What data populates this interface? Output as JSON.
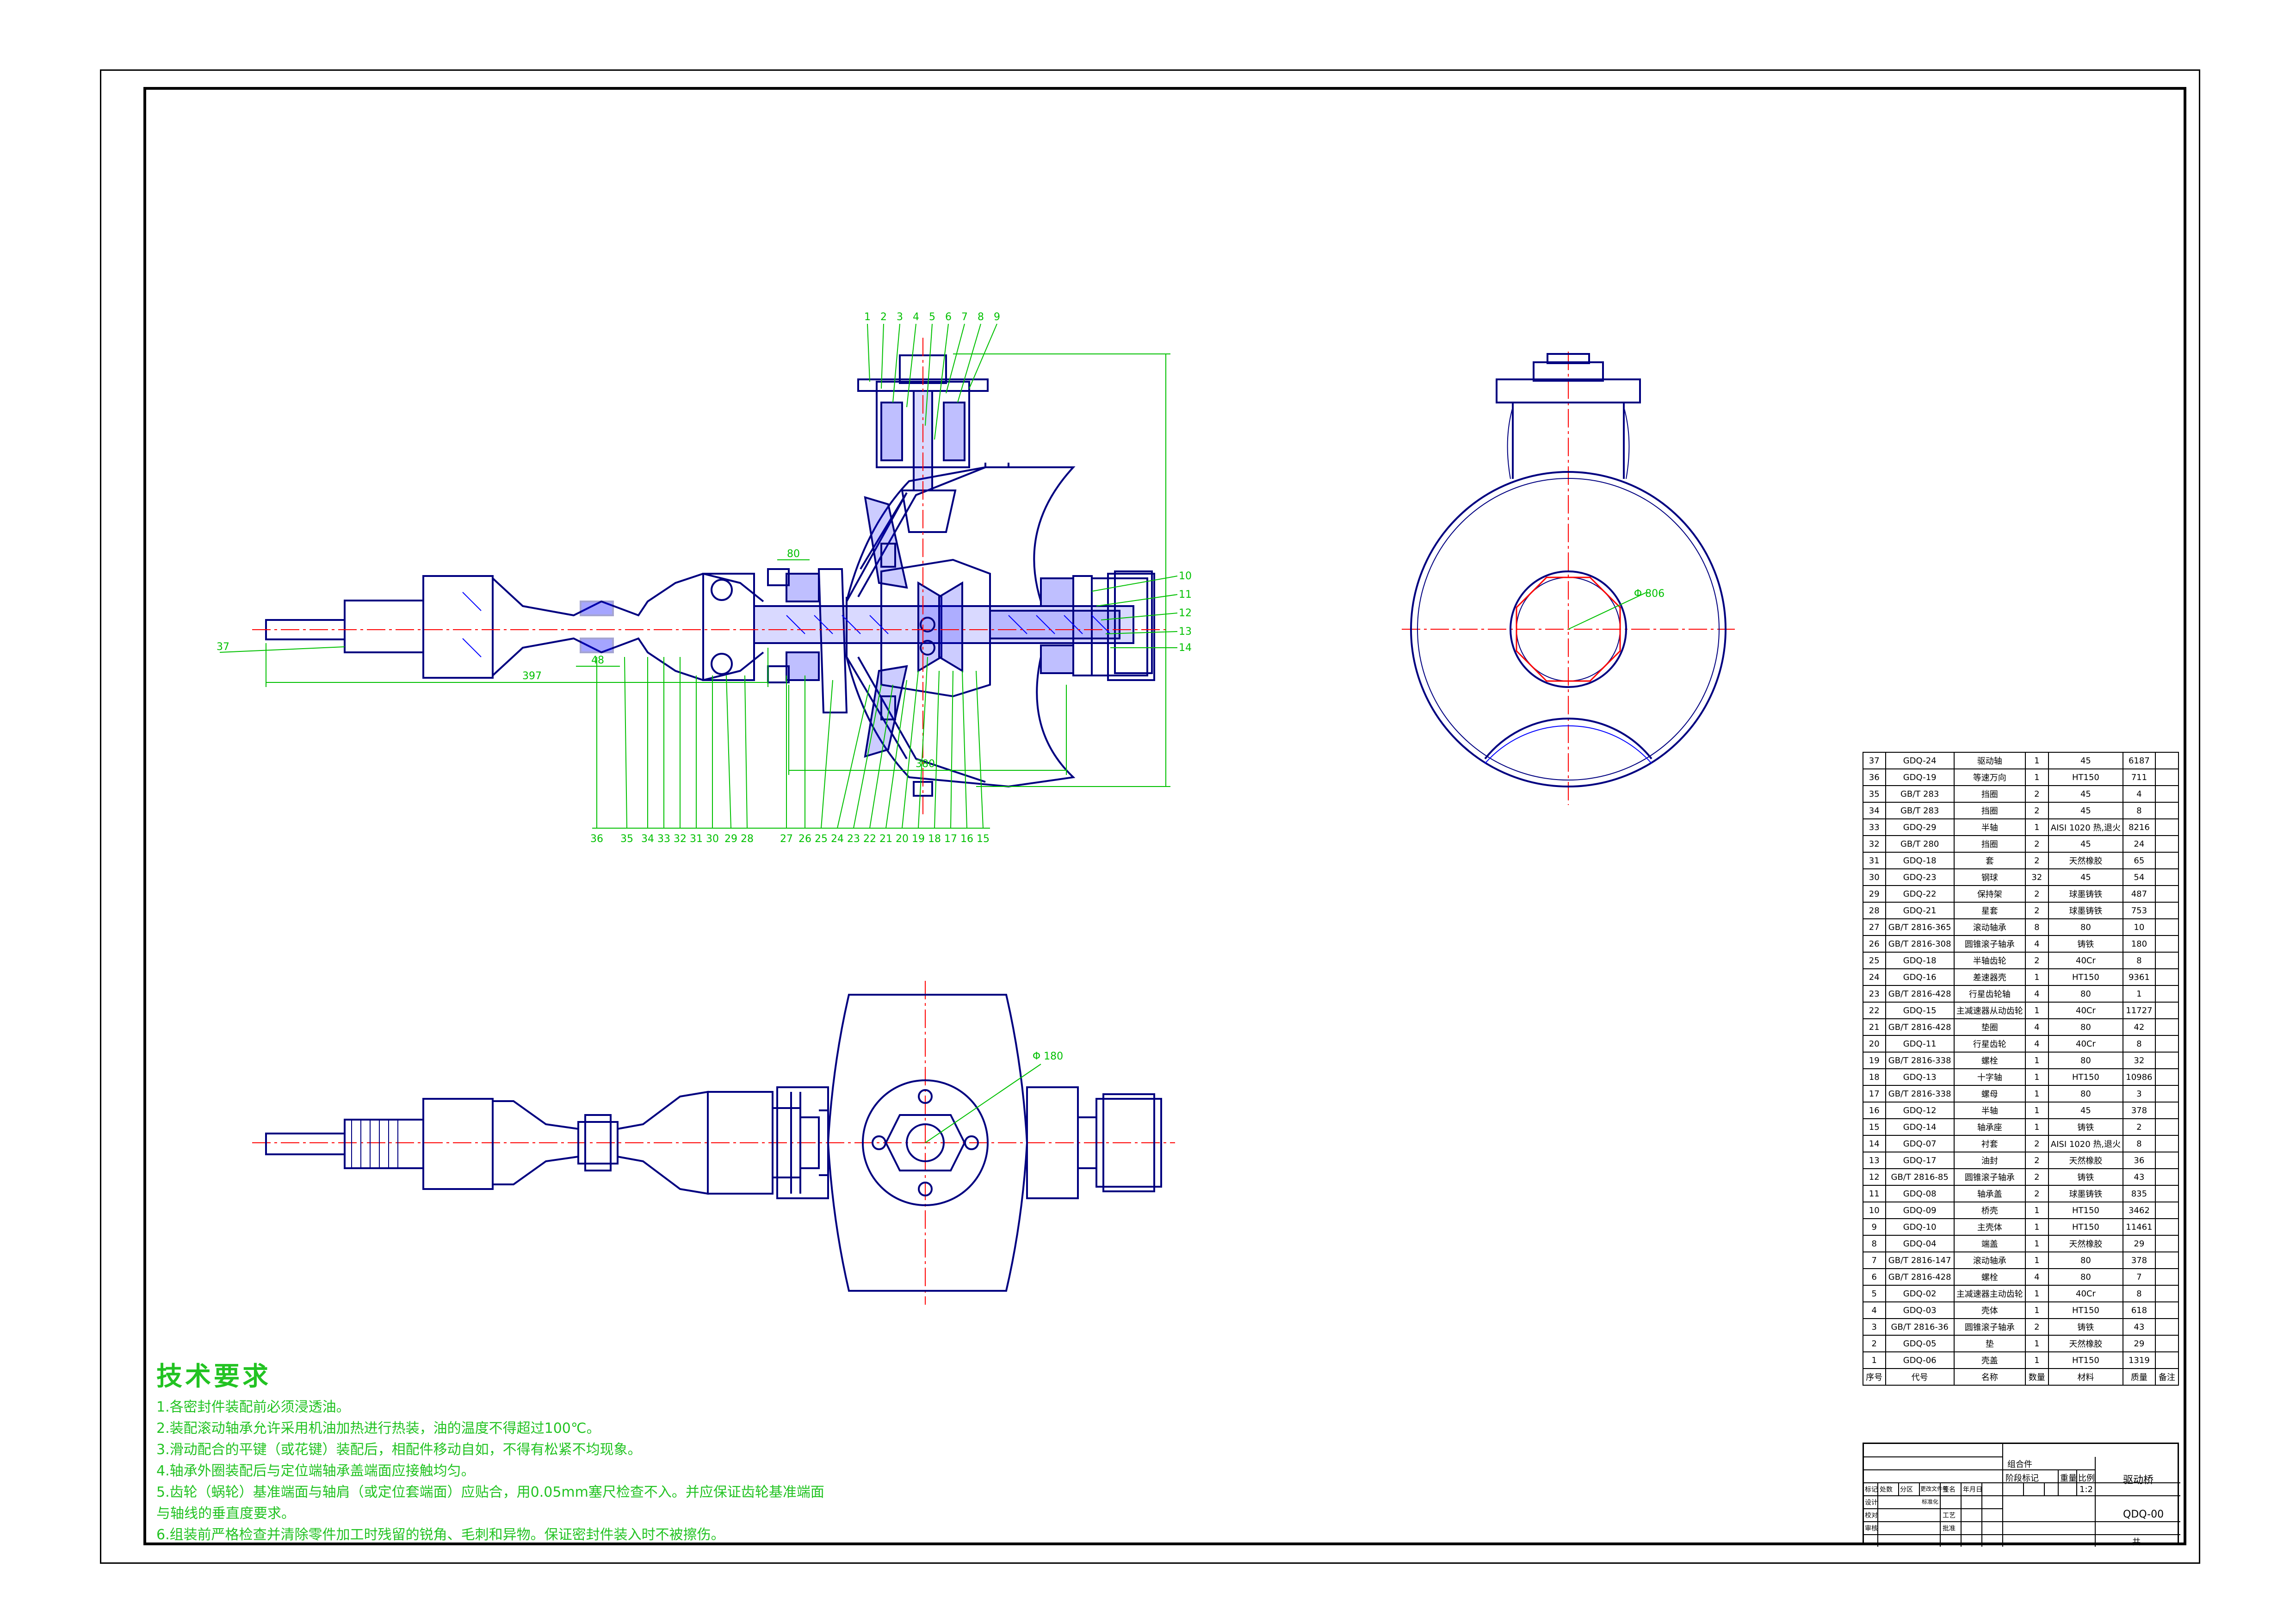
{
  "balloons_top": [
    "1",
    "2",
    "3",
    "4",
    "5",
    "6",
    "7",
    "8",
    "9"
  ],
  "balloons_right": [
    "10",
    "11",
    "12",
    "13",
    "14"
  ],
  "balloons_bottom": [
    "36",
    "35",
    "34",
    "33",
    "32",
    "31",
    "30",
    "29",
    "28",
    "27",
    "26",
    "25",
    "24",
    "23",
    "22",
    "21",
    "20",
    "19",
    "18",
    "17",
    "16",
    "15"
  ],
  "balloon_left": "37",
  "dimensions": {
    "shaft_length": "397",
    "housing_width": "380",
    "hub_dim": "48",
    "flange_dim": "80",
    "end_view_dia": "Φ 806",
    "bottom_view_dia": "Φ 180"
  },
  "tech_requirements": {
    "heading": "技术要求",
    "lines": [
      "1.各密封件装配前必须浸透油。",
      "2.装配滚动轴承允许采用机油加热进行热装，油的温度不得超过100℃。",
      "3.滑动配合的平键（或花键）装配后，相配件移动自如，不得有松紧不均现象。",
      "4.轴承外圈装配后与定位端轴承盖端面应接触均匀。",
      "5.齿轮（蜗轮）基准端面与轴肩（或定位套端面）应贴合，用0.05mm塞尺检查不入。并应保证齿轮基准端面",
      "与轴线的垂直度要求。",
      "6.组装前严格检查并清除零件加工时残留的锐角、毛刺和异物。保证密封件装入时不被擦伤。"
    ]
  },
  "bom": {
    "rows": [
      [
        "37",
        "GDQ-24",
        "驱动轴",
        "1",
        "45",
        "6187",
        ""
      ],
      [
        "36",
        "GDQ-19",
        "等速万向",
        "1",
        "HT150",
        "711",
        ""
      ],
      [
        "35",
        "GB/T 283",
        "挡圈",
        "2",
        "45",
        "4",
        ""
      ],
      [
        "34",
        "GB/T 283",
        "挡圈",
        "2",
        "45",
        "8",
        ""
      ],
      [
        "33",
        "GDQ-29",
        "半轴",
        "1",
        "AISI 1020 热,退火",
        "8216",
        ""
      ],
      [
        "32",
        "GB/T 280",
        "挡圈",
        "2",
        "45",
        "24",
        ""
      ],
      [
        "31",
        "GDQ-18",
        "套",
        "2",
        "天然橡胶",
        "65",
        ""
      ],
      [
        "30",
        "GDQ-23",
        "钢球",
        "32",
        "45",
        "54",
        ""
      ],
      [
        "29",
        "GDQ-22",
        "保持架",
        "2",
        "球墨铸铁",
        "487",
        ""
      ],
      [
        "28",
        "GDQ-21",
        "星套",
        "2",
        "球墨铸铁",
        "753",
        ""
      ],
      [
        "27",
        "GB/T 2816-365",
        "滚动轴承",
        "8",
        "80",
        "10",
        ""
      ],
      [
        "26",
        "GB/T 2816-308",
        "圆锥滚子轴承",
        "4",
        "铸铁",
        "180",
        ""
      ],
      [
        "25",
        "GDQ-18",
        "半轴齿轮",
        "2",
        "40Cr",
        "8",
        ""
      ],
      [
        "24",
        "GDQ-16",
        "差速器壳",
        "1",
        "HT150",
        "9361",
        ""
      ],
      [
        "23",
        "GB/T 2816-428",
        "行星齿轮轴",
        "4",
        "80",
        "1",
        ""
      ],
      [
        "22",
        "GDQ-15",
        "主减速器从动齿轮",
        "1",
        "40Cr",
        "11727",
        ""
      ],
      [
        "21",
        "GB/T 2816-428",
        "垫圈",
        "4",
        "80",
        "42",
        ""
      ],
      [
        "20",
        "GDQ-11",
        "行星齿轮",
        "4",
        "40Cr",
        "8",
        ""
      ],
      [
        "19",
        "GB/T 2816-338",
        "螺栓",
        "1",
        "80",
        "32",
        ""
      ],
      [
        "18",
        "GDQ-13",
        "十字轴",
        "1",
        "HT150",
        "10986",
        ""
      ],
      [
        "17",
        "GB/T 2816-338",
        "螺母",
        "1",
        "80",
        "3",
        ""
      ],
      [
        "16",
        "GDQ-12",
        "半轴",
        "1",
        "45",
        "378",
        ""
      ],
      [
        "15",
        "GDQ-14",
        "轴承座",
        "1",
        "铸铁",
        "2",
        ""
      ],
      [
        "14",
        "GDQ-07",
        "衬套",
        "2",
        "AISI 1020 热,退火",
        "8",
        ""
      ],
      [
        "13",
        "GDQ-17",
        "油封",
        "2",
        "天然橡胶",
        "36",
        ""
      ],
      [
        "12",
        "GB/T 2816-85",
        "圆锥滚子轴承",
        "2",
        "铸铁",
        "43",
        ""
      ],
      [
        "11",
        "GDQ-08",
        "轴承盖",
        "2",
        "球墨铸铁",
        "835",
        ""
      ],
      [
        "10",
        "GDQ-09",
        "桥壳",
        "1",
        "HT150",
        "3462",
        ""
      ],
      [
        "9",
        "GDQ-10",
        "主壳体",
        "1",
        "HT150",
        "11461",
        ""
      ],
      [
        "8",
        "GDQ-04",
        "端盖",
        "1",
        "天然橡胶",
        "29",
        ""
      ],
      [
        "7",
        "GB/T 2816-147",
        "滚动轴承",
        "1",
        "80",
        "378",
        ""
      ],
      [
        "6",
        "GB/T 2816-428",
        "螺栓",
        "4",
        "80",
        "7",
        ""
      ],
      [
        "5",
        "GDQ-02",
        "主减速器主动齿轮",
        "1",
        "40Cr",
        "8",
        ""
      ],
      [
        "4",
        "GDQ-03",
        "壳体",
        "1",
        "HT150",
        "618",
        ""
      ],
      [
        "3",
        "GB/T 2816-36",
        "圆锥滚子轴承",
        "2",
        "铸铁",
        "43",
        ""
      ],
      [
        "2",
        "GDQ-05",
        "垫",
        "1",
        "天然橡胶",
        "29",
        ""
      ],
      [
        "1",
        "GDQ-06",
        "壳盖",
        "1",
        "HT150",
        "1319",
        ""
      ]
    ],
    "header": [
      "序号",
      "代号",
      "名称",
      "数量",
      "材料",
      "质量",
      "备注"
    ]
  },
  "title_block": {
    "assembly_label": "组合件",
    "drawing_name": "驱动桥",
    "drawing_number": "QDQ-00",
    "scale": "1:2",
    "stage_mark": "阶段标记",
    "weight_label": "重量",
    "scale_label": "比例",
    "sheet_label": "共",
    "row_labels": [
      "标记",
      "处数",
      "分区",
      "更改文件号",
      "签名",
      "年月日"
    ],
    "people": [
      "设计",
      "标准化",
      "校对",
      "审核",
      "工艺",
      "批准"
    ]
  },
  "colors": {
    "outline": "#000080",
    "centerline": "#ff0000",
    "dimension": "#00c000",
    "hatch": "#0000ff",
    "frame": "#000000"
  }
}
